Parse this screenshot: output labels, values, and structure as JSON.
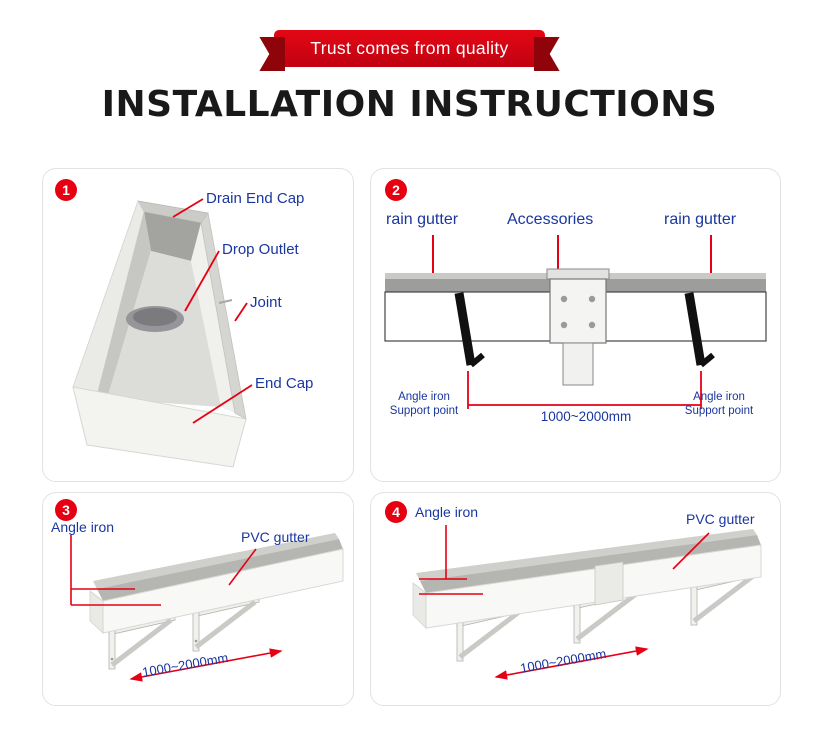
{
  "banner": {
    "text": "Trust comes from quality"
  },
  "title": "INSTALLATION INSTRUCTIONS",
  "colors": {
    "accent_red": "#e60014",
    "label_blue": "#1a36a0",
    "banner_red": "#c00211"
  },
  "panel1": {
    "number": "1",
    "labels": {
      "drain_end_cap": "Drain End Cap",
      "drop_outlet": "Drop Outlet",
      "joint": "Joint",
      "end_cap": "End Cap"
    }
  },
  "panel2": {
    "number": "2",
    "label_left": "rain gutter",
    "label_center": "Accessories",
    "label_right": "rain gutter",
    "support_left": {
      "line1": "Angle iron",
      "line2": "Support point"
    },
    "support_right": {
      "line1": "Angle iron",
      "line2": "Support point"
    },
    "dimension": "1000~2000mm"
  },
  "panel3": {
    "number": "3",
    "angle_iron_label": "Angle iron",
    "gutter_label": "PVC gutter",
    "dimension": "1000~2000mm"
  },
  "panel4": {
    "number": "4",
    "angle_iron_label": "Angle iron",
    "gutter_label": "PVC gutter",
    "dimension": "1000~2000mm"
  }
}
